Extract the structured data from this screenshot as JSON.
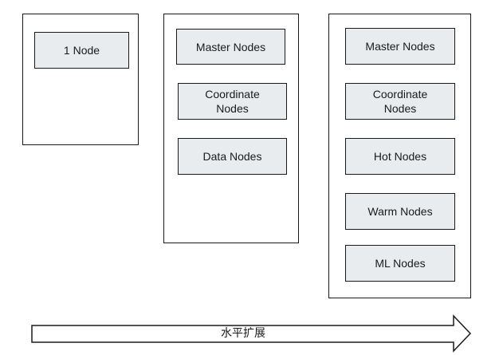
{
  "clusters": [
    {
      "nodes": [
        "1 Node"
      ]
    },
    {
      "nodes": [
        "Master Nodes",
        "Coordinate\nNodes",
        "Data Nodes"
      ]
    },
    {
      "nodes": [
        "Master Nodes",
        "Coordinate\nNodes",
        "Hot Nodes",
        "Warm Nodes",
        "ML Nodes"
      ]
    }
  ],
  "arrow": {
    "label": "水平扩展"
  }
}
